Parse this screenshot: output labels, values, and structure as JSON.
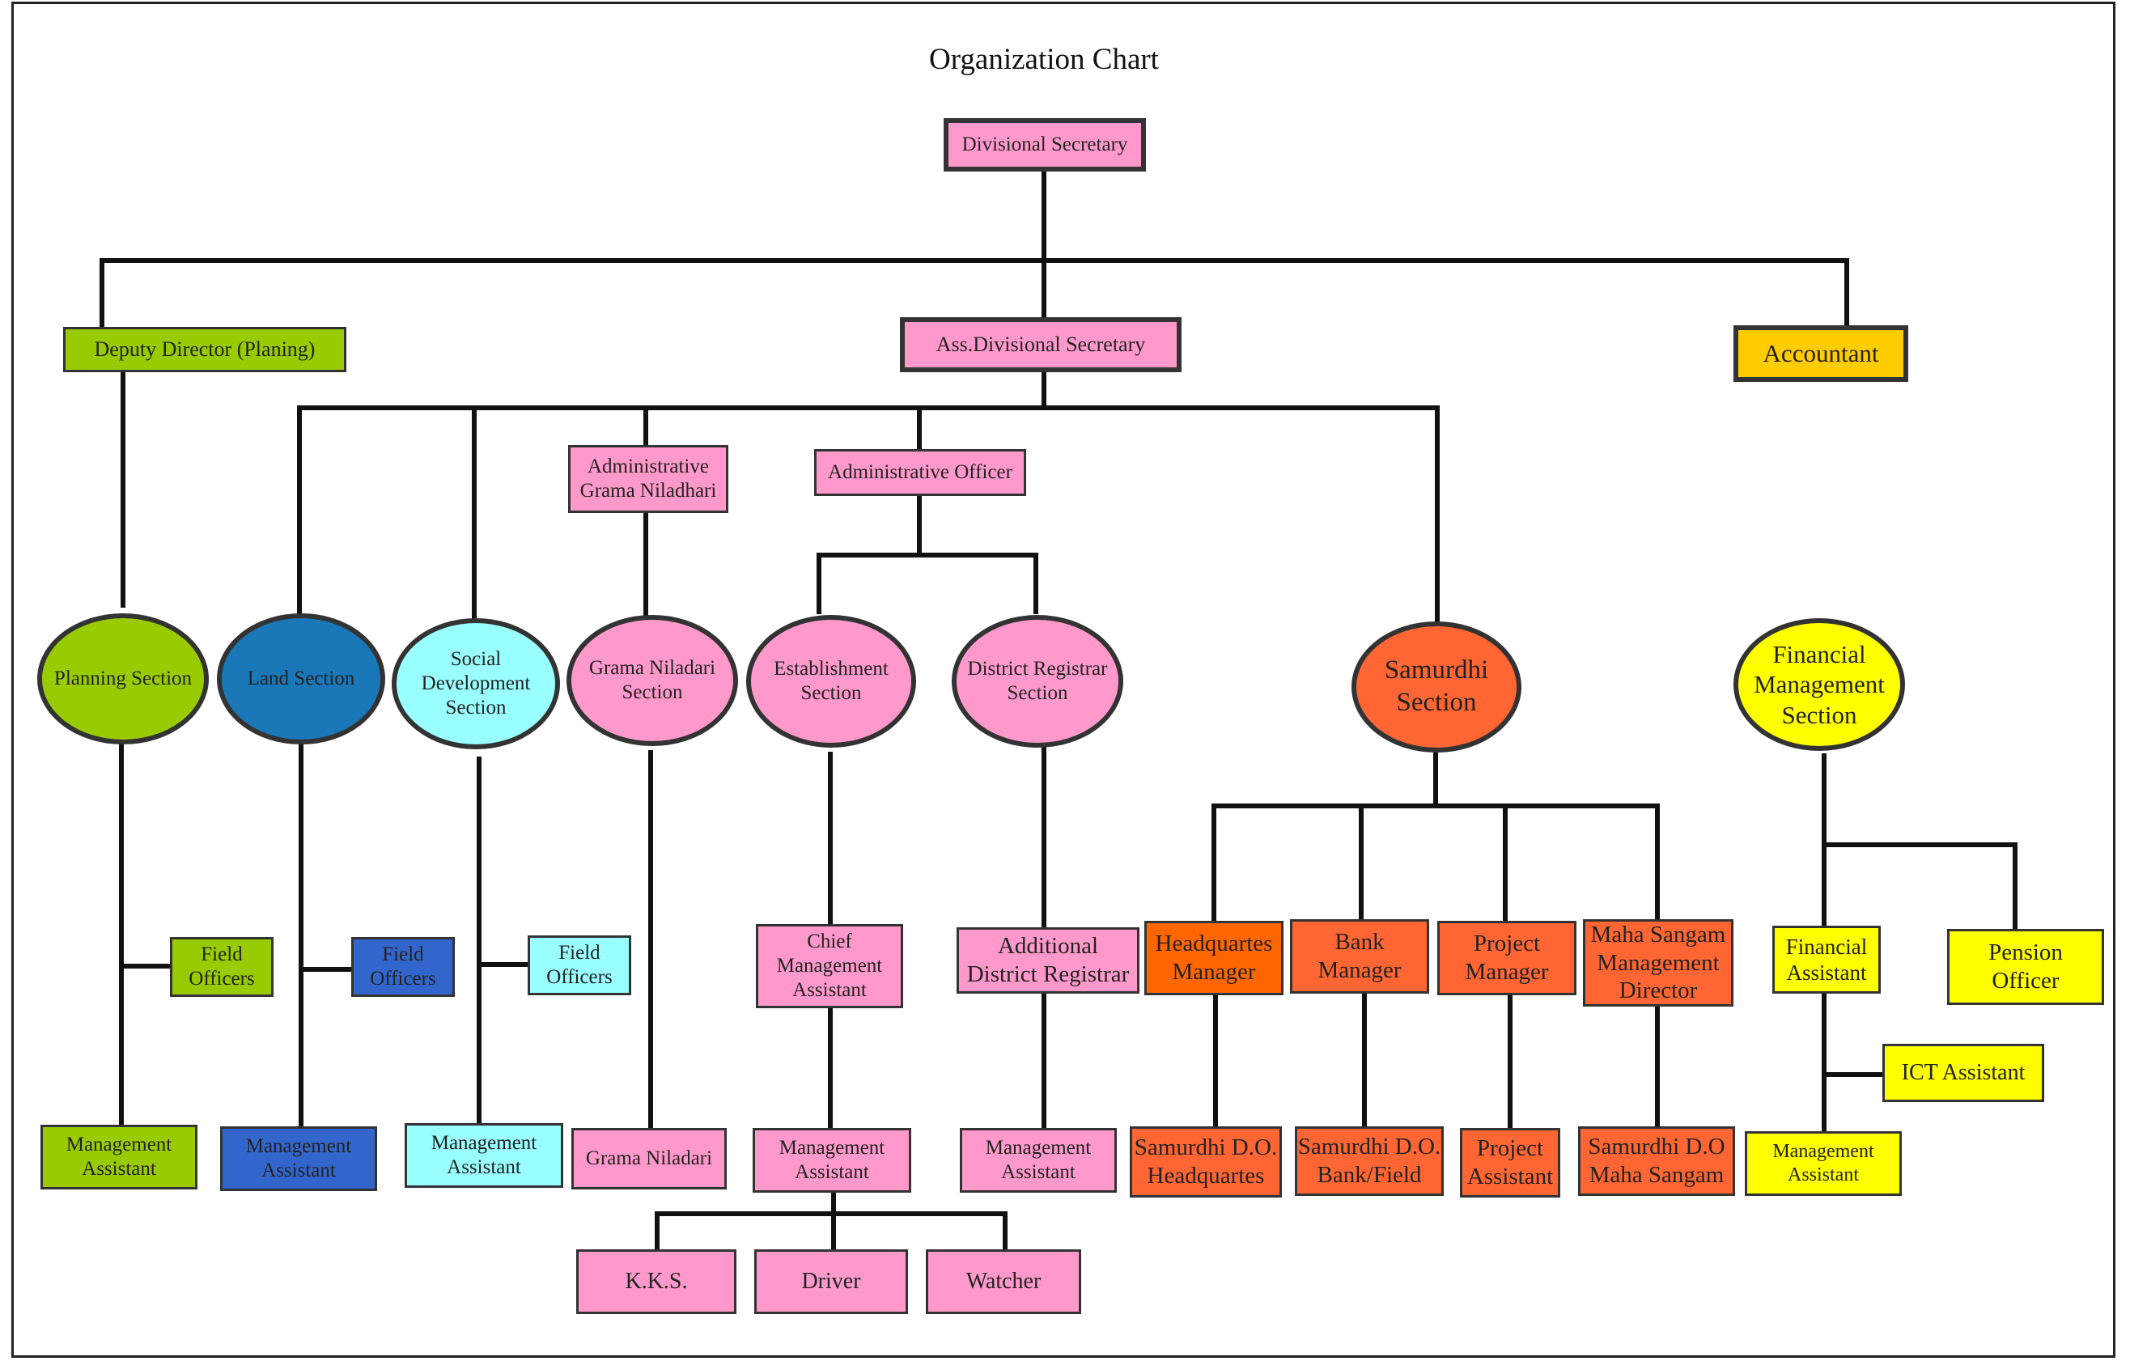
{
  "title": "Organization Chart",
  "colors": {
    "pink": "#ff99cc",
    "green": "#99cc00",
    "dark_blue": "#1a77b8",
    "blue": "#3366cc",
    "cyan": "#99ffff",
    "orange": "#ff6633",
    "orange_deep": "#ff6600",
    "yellow": "#ffff00",
    "gold": "#ffcc00"
  },
  "nodes": {
    "divisional_secretary": "Divisional Secretary",
    "deputy_director": "Deputy Director (Planing)",
    "ass_divisional_secretary": "Ass.Divisional Secretary",
    "accountant": "Accountant",
    "admin_grama_niladhari": "Administrative\nGrama Niladhari",
    "administrative_officer": "Administrative Officer",
    "planning_section": "Planning Section",
    "land_section": "Land Section",
    "social_dev_section": "Social\nDevelopment\nSection",
    "grama_niladari_section": "Grama Niladari\nSection",
    "establishment_section": "Establishment\nSection",
    "district_registrar_section": "District Registrar\nSection",
    "samurdhi_section": "Samurdhi\nSection",
    "financial_mgmt_section": "Financial\nManagement\nSection",
    "field_officers_planning": "Field\nOfficers",
    "field_officers_land": "Field\nOfficers",
    "field_officers_social": "Field\nOfficers",
    "chief_mgmt_assistant": "Chief\nManagement\nAssistant",
    "additional_district_registrar": "Additional\nDistrict Registrar",
    "headquartes_manager": "Headquartes\nManager",
    "bank_manager": "Bank\nManager",
    "project_manager": "Project\nManager",
    "maha_sangam_director": "Maha Sangam\nManagement\nDirector",
    "financial_assistant": "Financial\nAssistant",
    "pension_officer": "Pension\nOfficer",
    "ict_assistant": "ICT Assistant",
    "mgmt_assistant_planning": "Management\nAssistant",
    "mgmt_assistant_land": "Management\nAssistant",
    "mgmt_assistant_social": "Management\nAssistant",
    "grama_niladari": "Grama Niladari",
    "mgmt_assistant_establishment": "Management\nAssistant",
    "mgmt_assistant_registrar": "Management\nAssistant",
    "samurdhi_do_headquartes": "Samurdhi D.O.\nHeadquartes",
    "samurdhi_do_bank": "Samurdhi D.O.\nBank/Field",
    "project_assistant": "Project\nAssistant",
    "samurdhi_do_maha_sangam": "Samurdhi D.O\nMaha Sangam",
    "mgmt_assistant_financial": "Management\nAssistant",
    "kks": "K.K.S.",
    "driver": "Driver",
    "watcher": "Watcher"
  }
}
